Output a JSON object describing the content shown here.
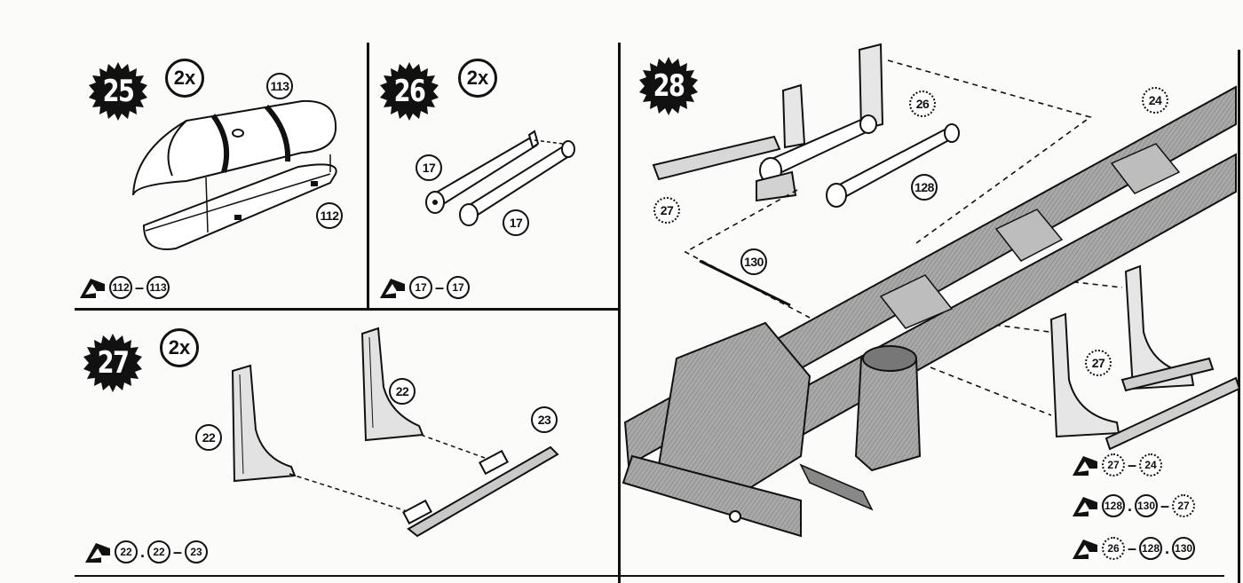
{
  "steps": {
    "s25": {
      "number": "25",
      "multiplier": "2x",
      "callouts": [
        "113",
        "112"
      ],
      "glue": {
        "parts": [
          "112",
          "113"
        ],
        "seps": [
          "–"
        ]
      }
    },
    "s26": {
      "number": "26",
      "multiplier": "2x",
      "callouts": [
        "17",
        "17"
      ],
      "glue": {
        "parts": [
          "17",
          "17"
        ],
        "seps": [
          "–"
        ]
      }
    },
    "s27": {
      "number": "27",
      "multiplier": "2x",
      "callouts": [
        "22",
        "22",
        "23"
      ],
      "glue": {
        "parts": [
          "22",
          "22",
          "23"
        ],
        "seps": [
          ".",
          "–"
        ]
      }
    },
    "s28": {
      "number": "28",
      "callouts": [
        "26",
        "24",
        "27",
        "128",
        "130",
        "27"
      ],
      "glue_rows": [
        {
          "parts": [
            "27",
            "24"
          ],
          "seps": [
            "–"
          ]
        },
        {
          "parts": [
            "128",
            "130",
            "27"
          ],
          "seps": [
            ".",
            "–"
          ]
        },
        {
          "parts": [
            "26",
            "128",
            "130"
          ],
          "seps": [
            "–",
            "."
          ]
        }
      ]
    }
  },
  "colors": {
    "ink": "#111111",
    "paper": "#fbfbfa",
    "shade": "#9a9a9a",
    "light": "#d9d9d9"
  },
  "icons": [
    "starburst-badge-icon",
    "glue-applicator-icon"
  ]
}
